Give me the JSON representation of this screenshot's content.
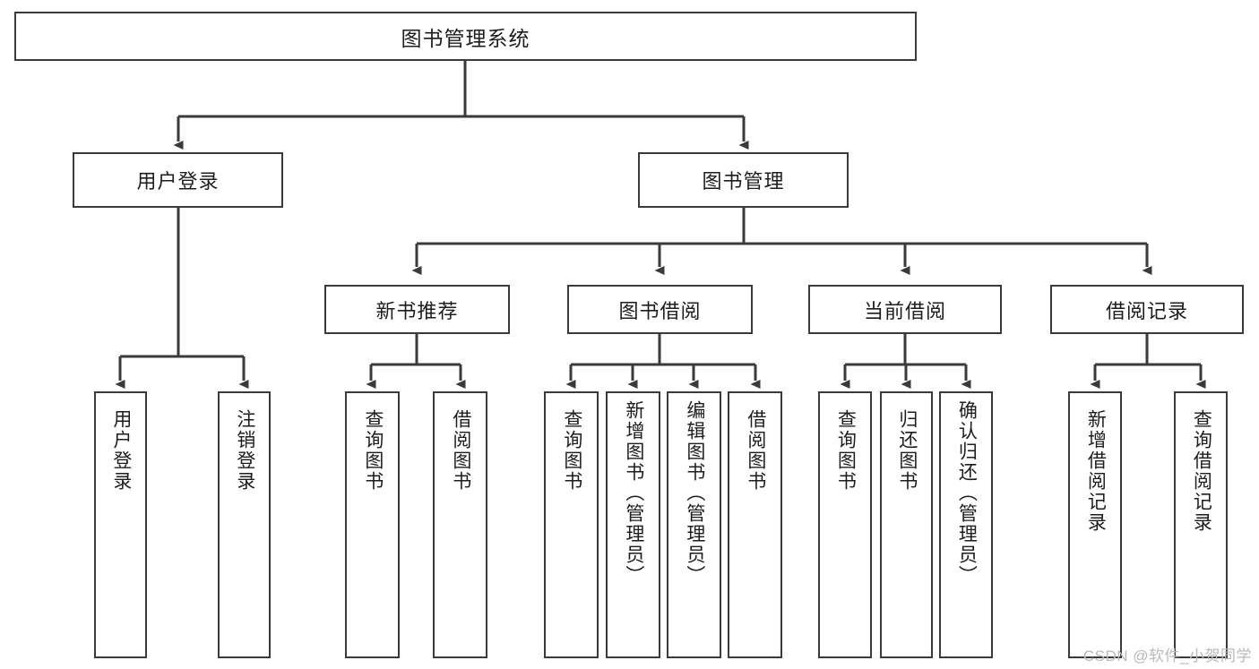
{
  "diagram": {
    "title": "图书管理系统",
    "type": "tree-hierarchy",
    "colors": {
      "background": "#ffffff",
      "box_border": "#3a3a3a",
      "connector": "#3a3a3a",
      "text": "#1d1d1d",
      "watermark": "#b9b9b9"
    },
    "root": {
      "label": "图书管理系统"
    },
    "level2": [
      {
        "label": "用户登录"
      },
      {
        "label": "图书管理"
      }
    ],
    "level3": [
      {
        "label": "新书推荐"
      },
      {
        "label": "图书借阅"
      },
      {
        "label": "当前借阅"
      },
      {
        "label": "借阅记录"
      }
    ],
    "leaves": {
      "user_login": [
        {
          "label": "用户登录"
        },
        {
          "label": "注销登录"
        }
      ],
      "new_book_recommend": [
        {
          "label": "查询图书"
        },
        {
          "label": "借阅图书"
        }
      ],
      "book_borrow": [
        {
          "label": "查询图书"
        },
        {
          "label": "新增图书（管理员）"
        },
        {
          "label": "编辑图书（管理员）"
        },
        {
          "label": "借阅图书"
        }
      ],
      "current_borrow": [
        {
          "label": "查询图书"
        },
        {
          "label": "归还图书"
        },
        {
          "label": "确认归还（管理员）"
        }
      ],
      "borrow_record": [
        {
          "label": "新增借阅记录"
        },
        {
          "label": "查询借阅记录"
        }
      ]
    }
  },
  "watermark": {
    "text": "CSDN @软件_小贺同学"
  }
}
